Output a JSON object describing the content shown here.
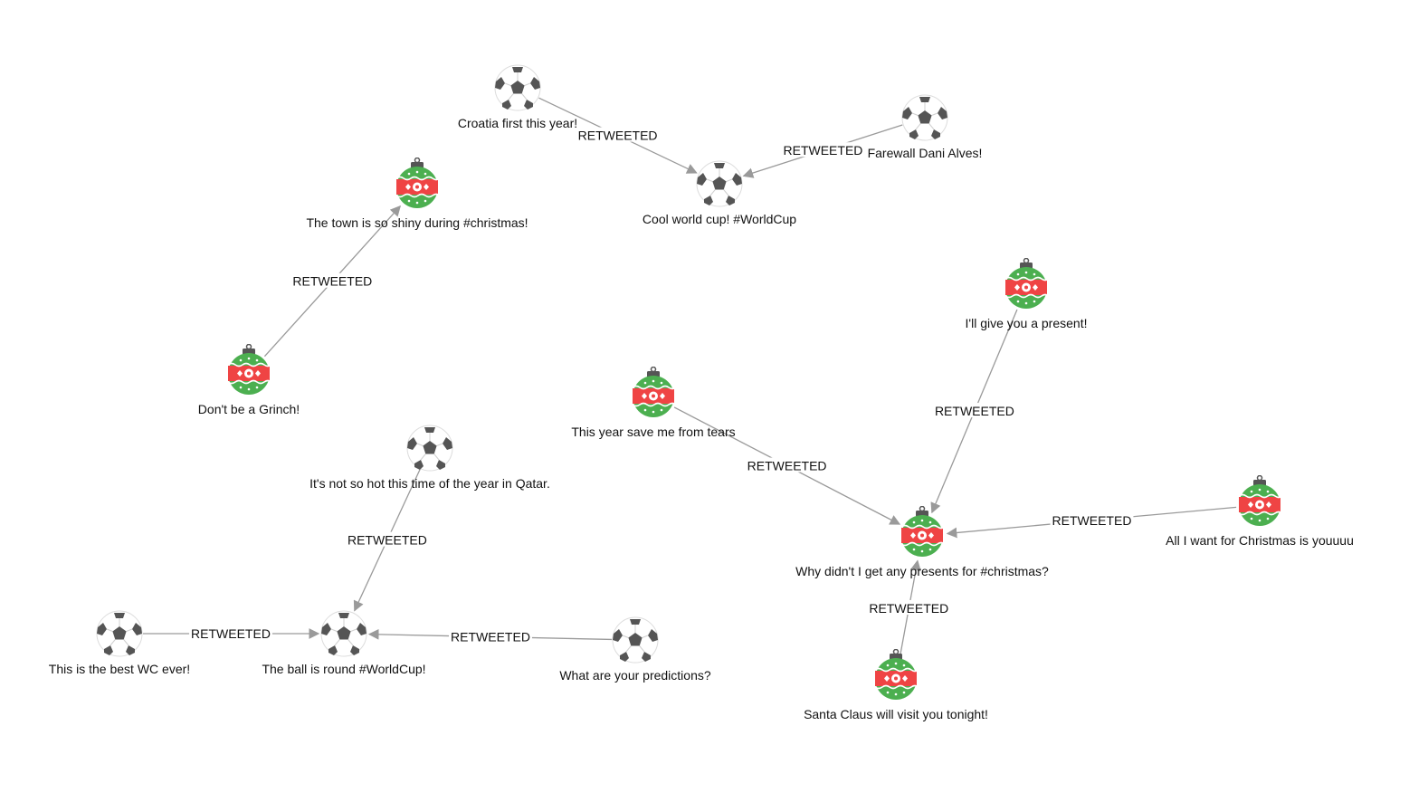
{
  "graph": {
    "edge_color": "#9a9a9a",
    "soccer_colors": {
      "ball": "#ffffff",
      "patch": "#555555",
      "outline": "#dddddd"
    },
    "ornament_colors": {
      "green": "#4caf50",
      "red": "#ef4444",
      "cap": "#555555",
      "white": "#ffffff"
    },
    "nodes": [
      {
        "id": "n1",
        "icon": "soccer-ball-icon",
        "label": "Croatia first this year!"
      },
      {
        "id": "n2",
        "icon": "soccer-ball-icon",
        "label": "Farewall Dani Alves!"
      },
      {
        "id": "n3",
        "icon": "soccer-ball-icon",
        "label": "Cool world cup! #WorldCup"
      },
      {
        "id": "n4",
        "icon": "christmas-ornament-icon",
        "label": "The town is so shiny during #christmas!"
      },
      {
        "id": "n5",
        "icon": "christmas-ornament-icon",
        "label": "Don't be a Grinch!"
      },
      {
        "id": "n6",
        "icon": "christmas-ornament-icon",
        "label": "I'll give you a present!"
      },
      {
        "id": "n7",
        "icon": "christmas-ornament-icon",
        "label": "This year save me from tears"
      },
      {
        "id": "n8",
        "icon": "soccer-ball-icon",
        "label": "It's not so hot this time of the year in Qatar."
      },
      {
        "id": "n9",
        "icon": "christmas-ornament-icon",
        "label": "Why didn't I get any presents for #christmas?"
      },
      {
        "id": "n10",
        "icon": "christmas-ornament-icon",
        "label": "All I want for Christmas is youuuu"
      },
      {
        "id": "n11",
        "icon": "soccer-ball-icon",
        "label": "This is the best WC ever!"
      },
      {
        "id": "n12",
        "icon": "soccer-ball-icon",
        "label": "The ball is round #WorldCup!"
      },
      {
        "id": "n13",
        "icon": "soccer-ball-icon",
        "label": "What are your predictions?"
      },
      {
        "id": "n14",
        "icon": "christmas-ornament-icon",
        "label": "Santa Claus will visit you tonight!"
      }
    ],
    "edges": [
      {
        "from": "n1",
        "to": "n3",
        "label": "RETWEETED"
      },
      {
        "from": "n2",
        "to": "n3",
        "label": "RETWEETED"
      },
      {
        "from": "n5",
        "to": "n4",
        "label": "RETWEETED"
      },
      {
        "from": "n6",
        "to": "n9",
        "label": "RETWEETED"
      },
      {
        "from": "n7",
        "to": "n9",
        "label": "RETWEETED"
      },
      {
        "from": "n10",
        "to": "n9",
        "label": "RETWEETED"
      },
      {
        "from": "n14",
        "to": "n9",
        "label": "RETWEETED"
      },
      {
        "from": "n8",
        "to": "n12",
        "label": "RETWEETED"
      },
      {
        "from": "n11",
        "to": "n12",
        "label": "RETWEETED"
      },
      {
        "from": "n13",
        "to": "n12",
        "label": "RETWEETED"
      }
    ]
  }
}
